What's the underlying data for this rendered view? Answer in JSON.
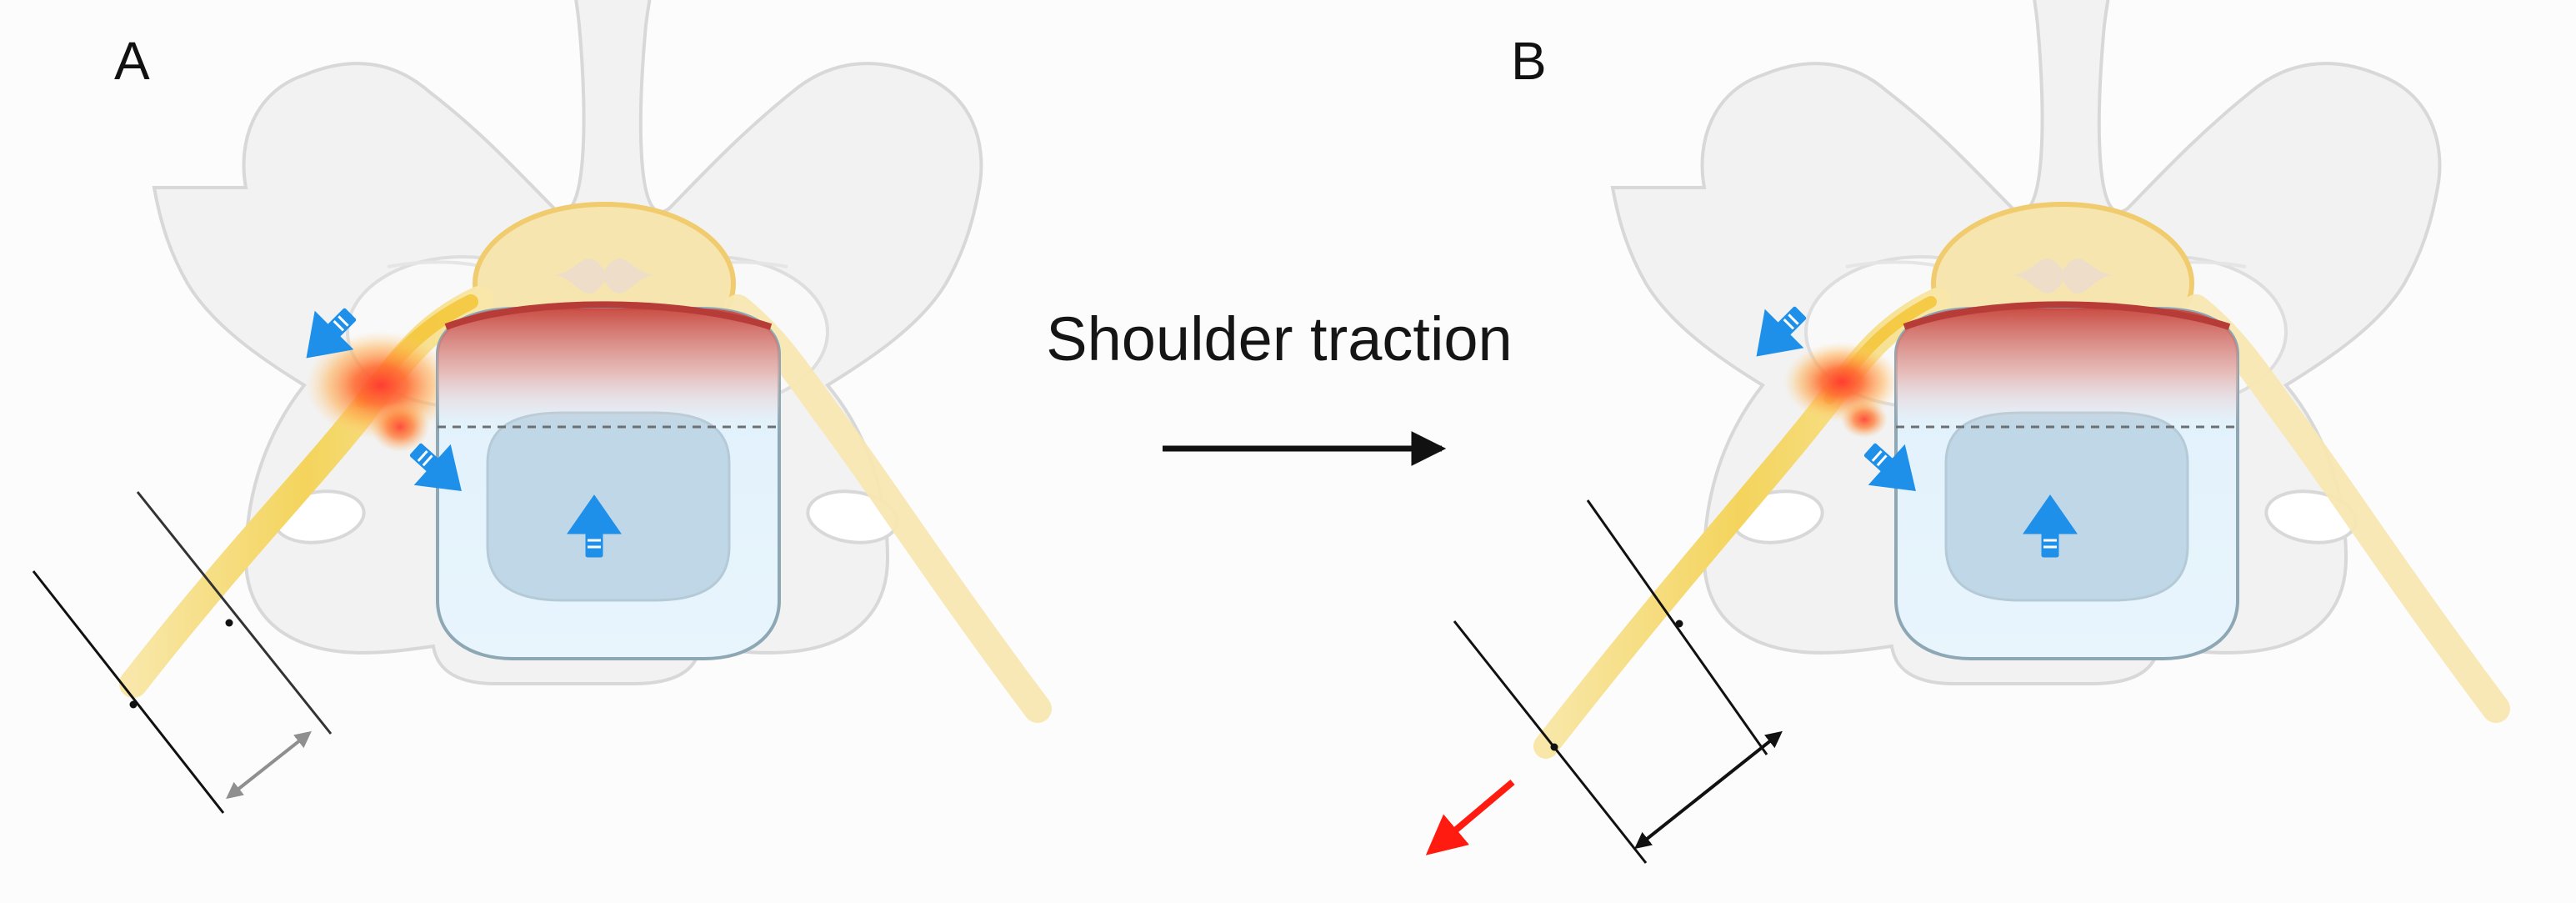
{
  "panels": [
    {
      "label": "A"
    },
    {
      "label": "B"
    }
  ],
  "transition": {
    "label": "Shoulder traction"
  },
  "colors": {
    "bone_fill": "#f2f2f2",
    "bone_stroke": "#d8d8d8",
    "nerve": "#f6d84b",
    "nerve_faded": "#f8e7b2",
    "compression": "#ff8a2a",
    "compression_core": "#ff4d3a",
    "disc_fill": "#dff0fb",
    "disc_core": "#bcd7e8",
    "disc_bulge": "#c9473d",
    "arrow_blue": "#1e90ea",
    "arrow_red": "#ff1b0f",
    "arrow_black": "#111111"
  }
}
